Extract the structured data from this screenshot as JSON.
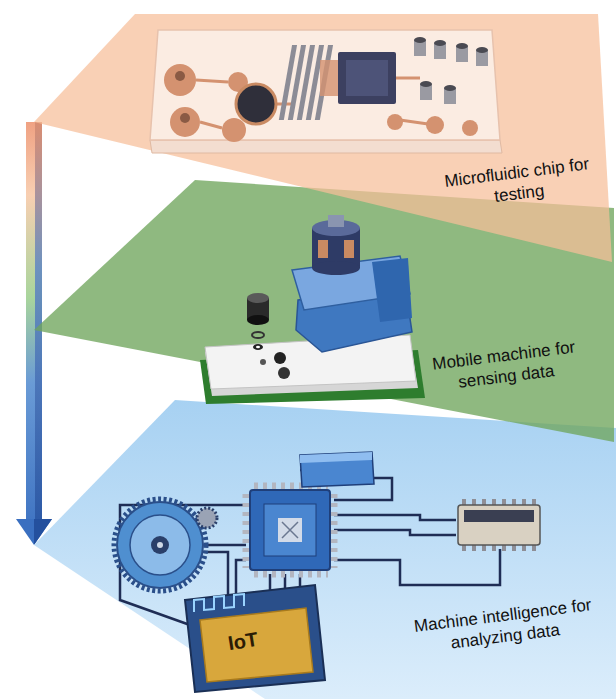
{
  "diagram": {
    "nodes": [
      {
        "text": [
          "Microfluidic chip for testing"
        ]
      },
      {
        "text": [
          "Mobile machine for sensing data"
        ]
      },
      {
        "text": [
          "Machine intelligence for analyzing data"
        ]
      }
    ],
    "edges": [
      {
        "from": 0,
        "to": 2,
        "arrow": "to"
      }
    ],
    "labels": [
      "IoT"
    ]
  }
}
